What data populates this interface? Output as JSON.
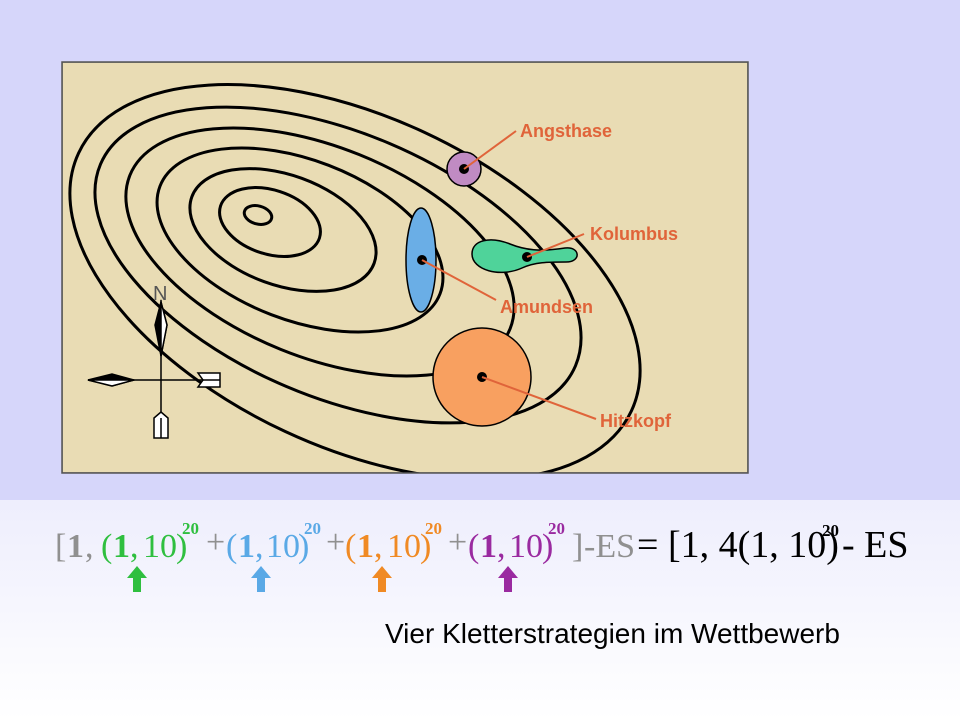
{
  "map": {
    "labels": {
      "angsthase": "Angsthase",
      "kolumbus": "Kolumbus",
      "amundsen": "Amundsen",
      "hitzkopf": "Hitzkopf"
    },
    "compass_north": "N"
  },
  "formula": {
    "open_bracket": "[",
    "one": "1",
    "comma": ",",
    "term_open": "(",
    "term_one": "1",
    "term_sep": ",",
    "term_ten": "10",
    "term_close": ")",
    "exponent": "20",
    "plus": "+",
    "close_bracket": "]",
    "minus_es": "-ES",
    "equals": "=",
    "rhs_text": "[1, 4(1, 10)",
    "rhs_exponent": "20",
    "rhs_end": "- ES"
  },
  "caption": "Vier Kletterstrategien im Wettbewerb",
  "colors": {
    "map_bg": "#e9dcb4",
    "angsthase": "#c08bc3",
    "kolumbus": "#4fd39a",
    "amundsen": "#6aaee6",
    "hitzkopf": "#f8a060",
    "label": "#e0643a",
    "arrow_green": "#2fbf3f",
    "arrow_blue": "#5aa9e6",
    "arrow_orange": "#f08a24",
    "arrow_purple": "#9a2aa0",
    "formula_gray": "#909090"
  }
}
